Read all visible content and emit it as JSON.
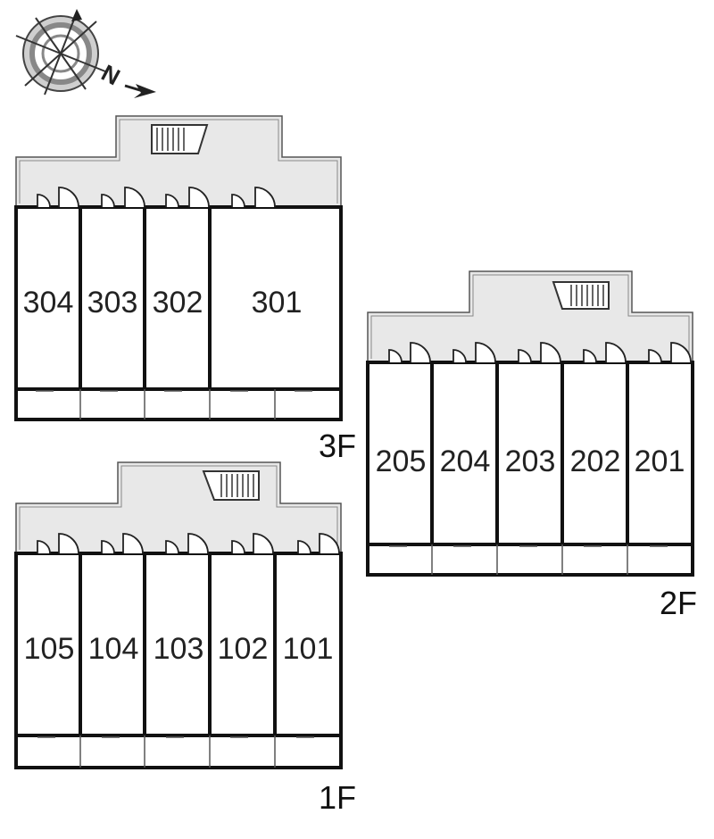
{
  "compass": {
    "icon": "compass-rose-icon",
    "north_label": "N"
  },
  "floors": [
    {
      "id": "3f",
      "label": "3F",
      "rooms": [
        {
          "id": "304",
          "label": "304"
        },
        {
          "id": "303",
          "label": "303"
        },
        {
          "id": "302",
          "label": "302"
        },
        {
          "id": "301",
          "label": "301"
        }
      ]
    },
    {
      "id": "2f",
      "label": "2F",
      "rooms": [
        {
          "id": "205",
          "label": "205"
        },
        {
          "id": "204",
          "label": "204"
        },
        {
          "id": "203",
          "label": "203"
        },
        {
          "id": "202",
          "label": "202"
        },
        {
          "id": "201",
          "label": "201"
        }
      ]
    },
    {
      "id": "1f",
      "label": "1F",
      "rooms": [
        {
          "id": "105",
          "label": "105"
        },
        {
          "id": "104",
          "label": "104"
        },
        {
          "id": "103",
          "label": "103"
        },
        {
          "id": "102",
          "label": "102"
        },
        {
          "id": "101",
          "label": "101"
        }
      ]
    }
  ],
  "colors": {
    "corridor": "#e8e8e8",
    "wall": "#111111",
    "thin_wall": "#555555",
    "background": "#ffffff"
  }
}
